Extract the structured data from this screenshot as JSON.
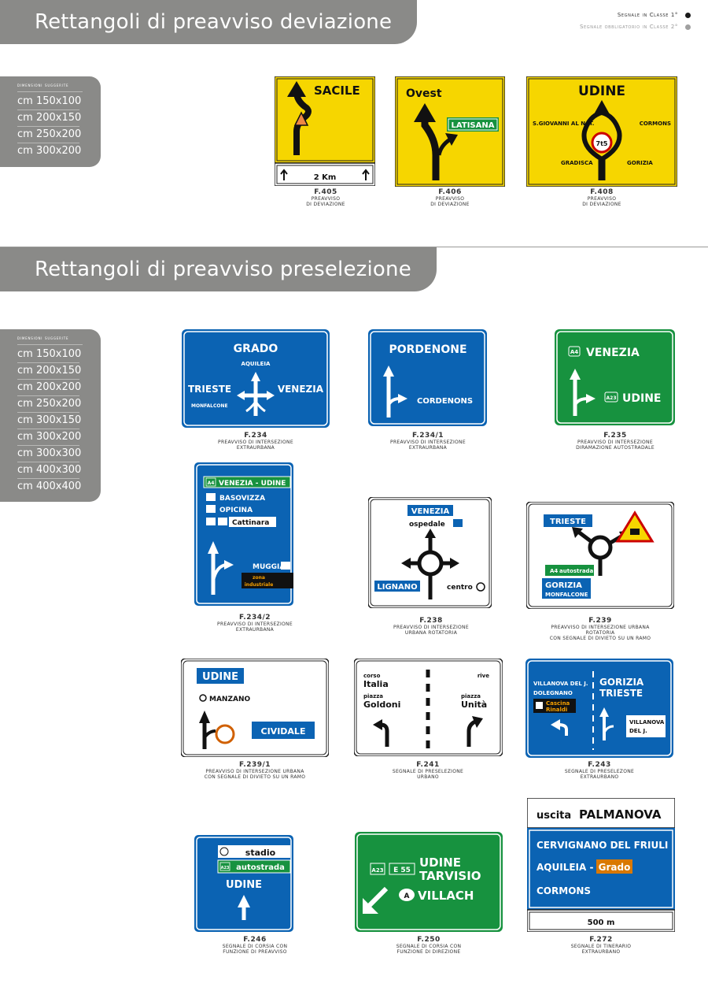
{
  "legend": {
    "class1": "Segnale in Classe 1°",
    "class2": "Segnale obbligatorio in Classe 2°",
    "class1_color": "#1a1a1a",
    "class2_color": "#a0a0a0"
  },
  "sections": [
    {
      "title": "Rettangoli di preavviso deviazione",
      "dim_title": "dimensioni suggerite",
      "dims": [
        "cm 150x100",
        "cm 200x150",
        "cm 250x200",
        "cm 300x200"
      ]
    },
    {
      "title": "Rettangoli di preavviso preselezione",
      "dim_title": "dimensioni suggerite",
      "dims": [
        "cm 150x100",
        "cm 200x150",
        "cm 200x200",
        "cm 250x200",
        "cm 300x150",
        "cm 300x200",
        "cm 300x300",
        "cm 400x300",
        "cm 400x400"
      ]
    }
  ],
  "colors": {
    "yellow": "#f6d600",
    "blue": "#0b63b3",
    "green": "#17923f",
    "gray": "#8a8a88"
  },
  "signs": {
    "f405": {
      "code": "F.405",
      "desc1": "preavviso",
      "desc2": "di deviazione",
      "city": "SACILE",
      "dist": "2 Km"
    },
    "f406": {
      "code": "F.406",
      "desc1": "preavviso",
      "desc2": "di deviazione",
      "dir": "Ovest",
      "city": "LATISANA"
    },
    "f408": {
      "code": "F.408",
      "desc1": "preavviso",
      "desc2": "di deviazione",
      "city": "UDINE",
      "left": "S.GIOVANNI AL NAT.",
      "right": "CORMONS",
      "bl": "GRADISCA",
      "br": "GORIZIA",
      "limit": "7t5"
    },
    "f234": {
      "code": "F.234",
      "desc1": "preavviso di intersezione",
      "desc2": "extraurbana",
      "top": "GRADO",
      "top2": "AQUILEIA",
      "left": "TRIESTE",
      "left2": "MONFALCONE",
      "right": "VENEZIA"
    },
    "f234_1": {
      "code": "F.234/1",
      "desc1": "preavviso di intersezione",
      "desc2": "extraurbana",
      "top": "PORDENONE",
      "right": "CORDENONS"
    },
    "f235": {
      "code": "F.235",
      "desc1": "preavviso di intersezione",
      "desc2": "diramazione autostradale",
      "top_shield": "A4",
      "top": "VENEZIA",
      "right_shield": "A23",
      "right": "UDINE"
    },
    "f234_2": {
      "code": "F.234/2",
      "desc1": "preavviso di intersezione",
      "desc2": "extraurbana",
      "top_shield": "A4",
      "top": "VENEZIA - UDINE",
      "l1": "BASOVIZZA",
      "l2": "OPICINA",
      "l3": "Cattinara",
      "right": "MUGGIA",
      "zone1": "zona",
      "zone2": "industriale"
    },
    "f238": {
      "code": "F.238",
      "desc1": "preavviso di intersezione",
      "desc2": "urbana rotatoria",
      "top": "VENEZIA",
      "top2": "ospedale",
      "left": "LIGNANO",
      "right": "centro"
    },
    "f239": {
      "code": "F.239",
      "desc1": "preavviso di intersezione urbana rotatoria",
      "desc2": "con segnale di divieto su un ramo",
      "top": "TRIESTE",
      "shield": "A4",
      "shield_text": "autostrada",
      "bottom": "GORIZIA",
      "bottom2": "MONFALCONE"
    },
    "f239_1": {
      "code": "F.239/1",
      "desc1": "preavviso di intersezione urbana",
      "desc2": "con segnale di divieto su un ramo",
      "top": "UDINE",
      "left": "MANZANO",
      "right": "CIVIDALE"
    },
    "f241": {
      "code": "F.241",
      "desc1": "segnale di preselezione",
      "desc2": "urbano",
      "a1": "corso",
      "a2": "Italia",
      "b1": "piazza",
      "b2": "Goldoni",
      "c1": "rive",
      "d1": "piazza",
      "d2": "Unità"
    },
    "f243": {
      "code": "F.243",
      "desc1": "segnale di preselezone",
      "desc2": "extraurbano",
      "l1": "VILLANOVA DEL J.",
      "l2": "DOLEGNANO",
      "tag1": "Cascina",
      "tag2": "Rinaldi",
      "r1": "GORIZIA",
      "r2": "TRIESTE",
      "b1": "VILLANOVA",
      "b2": "DEL J."
    },
    "f246": {
      "code": "F.246",
      "desc1": "segnale di corsia con",
      "desc2": "funzione di preavviso",
      "t1": "stadio",
      "shield": "A23",
      "t2": "autostrada",
      "city": "UDINE"
    },
    "f250": {
      "code": "F.250",
      "desc1": "segnale di corsia con",
      "desc2": "funzione di direzione",
      "s1": "A23",
      "s2": "E 55",
      "c1": "UDINE",
      "c2": "TARVISIO",
      "badge": "A",
      "c3": "VILLACH"
    },
    "f272": {
      "code": "F.272",
      "desc1": "segnale di tinerario",
      "desc2": "extraurbano",
      "exit": "uscita",
      "exit_city": "PALMANOVA",
      "l1": "CERVIGNANO DEL FRIULI",
      "l2": "AQUILEIA -",
      "l2b": "Grado",
      "l3": "CORMONS",
      "dist": "500 m"
    }
  }
}
